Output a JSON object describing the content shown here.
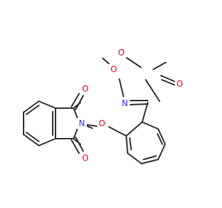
{
  "molecule": {
    "atoms": [
      {
        "id": "o_ester_single",
        "text": "O",
        "color": "#e8001c"
      },
      {
        "id": "o_ester_double",
        "text": "O",
        "color": "#e8001c"
      },
      {
        "id": "o_methoxy",
        "text": "O",
        "color": "#e8001c"
      },
      {
        "id": "n_oxime",
        "text": "N",
        "color": "#2929ff"
      },
      {
        "id": "o_imide_top",
        "text": "O",
        "color": "#e8001c"
      },
      {
        "id": "n_imide",
        "text": "N",
        "color": "#2929ff"
      },
      {
        "id": "o_linker",
        "text": "O",
        "color": "#e8001c"
      },
      {
        "id": "o_imide_bottom",
        "text": "O",
        "color": "#e8001c"
      }
    ],
    "bond_color": "#2b2b2b"
  }
}
